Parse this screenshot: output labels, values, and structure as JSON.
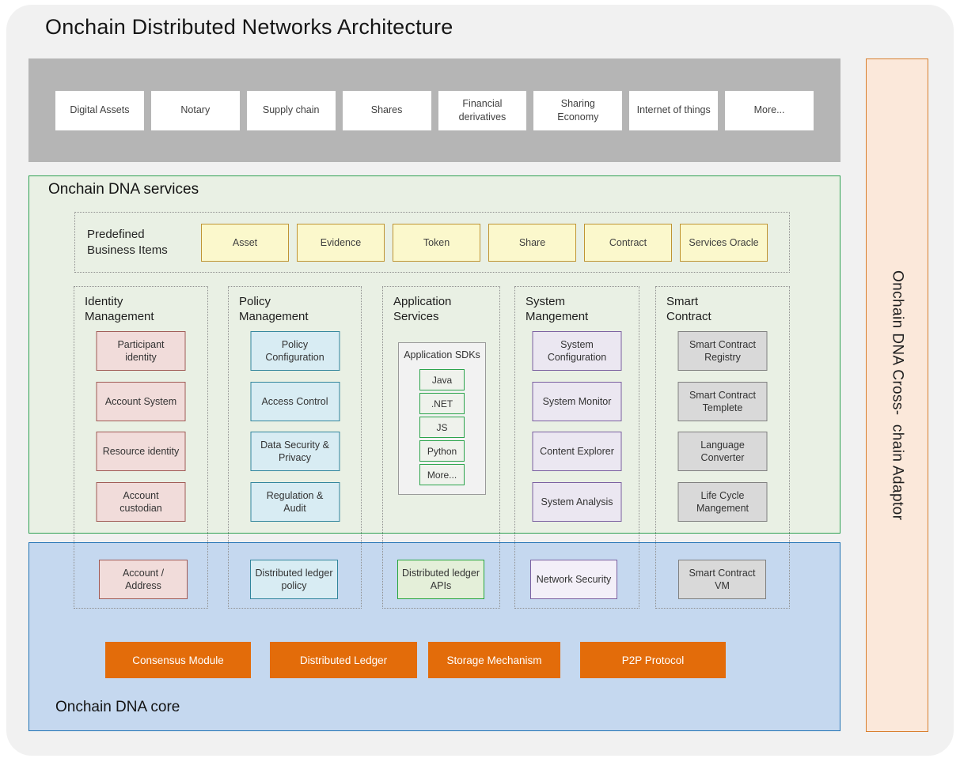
{
  "title": "Onchain Distributed Networks Architecture",
  "top_band": {
    "items": [
      "Digital Assets",
      "Notary",
      "Supply chain",
      "Shares",
      "Financial derivatives",
      "Sharing Economy",
      "Internet of things",
      "More..."
    ]
  },
  "services": {
    "title": "Onchain DNA services",
    "predefined_label": "Predefined Business Items",
    "predefined_items": [
      "Asset",
      "Evidence",
      "Token",
      "Share",
      "Contract",
      "Services Oracle"
    ],
    "columns": [
      {
        "title": "Identity Management",
        "boxes": [
          "Participant identity",
          "Account System",
          "Resource identity",
          "Account custodian"
        ]
      },
      {
        "title": "Policy Management",
        "boxes": [
          "Policy Configuration",
          "Access Control",
          "Data Security & Privacy",
          "Regulation & Audit"
        ]
      },
      {
        "title": "Application Services",
        "sdk_label": "Application SDKs",
        "sdk_items": [
          "Java",
          ".NET",
          "JS",
          "Python",
          "More..."
        ]
      },
      {
        "title": "System Mangement",
        "boxes": [
          "System Configuration",
          "System Monitor",
          "Content Explorer",
          "System Analysis"
        ]
      },
      {
        "title": "Smart Contract",
        "boxes": [
          "Smart Contract Registry",
          "Smart Contract Templete",
          "Language Converter",
          "Life Cycle Mangement"
        ]
      }
    ]
  },
  "core": {
    "title": "Onchain DNA core",
    "bridge_boxes": [
      "Account / Address",
      "Distributed ledger policy",
      "Distributed ledger APIs",
      "Network Security",
      "Smart Contract VM"
    ],
    "modules": [
      "Consensus Module",
      "Distributed Ledger",
      "Storage Mechanism",
      "P2P Protocol"
    ]
  },
  "adaptor_label": "Onchain DNA Cross-  chain Adaptor",
  "colors": {
    "surface": "#f1f1f1",
    "band_gray": "#b5b5b5",
    "services_bg": "#e9f0e4",
    "services_border": "#2ea152",
    "core_bg": "#c5d8ef",
    "core_border": "#2273b5",
    "module_orange": "#e36c0a",
    "adaptor_bg": "#fbe8da",
    "adaptor_border": "#d87f2e",
    "yellow_fill": "#fbf8cc",
    "yellow_border": "#bf9433",
    "pink_fill": "#f1dcda",
    "pink_border": "#a05a55",
    "teal_fill": "#d8ecf3",
    "teal_border": "#31859c",
    "purple_fill": "#ebe7f1",
    "purple_border": "#7a5fa0",
    "gray_fill": "#d9d9d9",
    "gray_border": "#7f7f7f",
    "green_fill": "#e4efd9",
    "green_border": "#27a53d"
  }
}
